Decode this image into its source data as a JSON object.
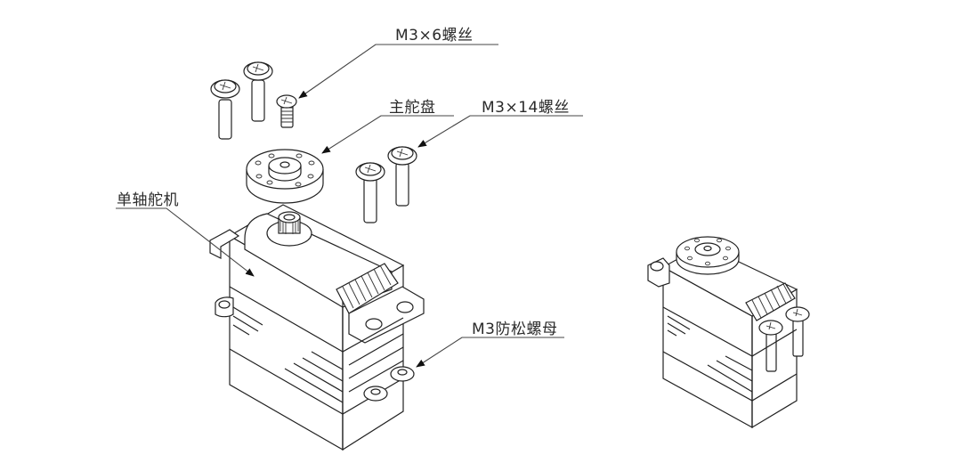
{
  "diagram": {
    "title": "",
    "callouts": [
      {
        "id": "m3x6-screw",
        "text": "M3×6螺丝"
      },
      {
        "id": "main-horn",
        "text": "主舵盘"
      },
      {
        "id": "m3x14-screw",
        "text": "M3×14螺丝"
      },
      {
        "id": "single-shaft-servo",
        "text": "单轴舵机"
      },
      {
        "id": "m3-locknut",
        "text": "M3防松螺母"
      }
    ],
    "views": [
      {
        "id": "exploded-view"
      },
      {
        "id": "assembled-view"
      }
    ]
  },
  "colors": {
    "line": "#222222",
    "background": "#ffffff"
  }
}
